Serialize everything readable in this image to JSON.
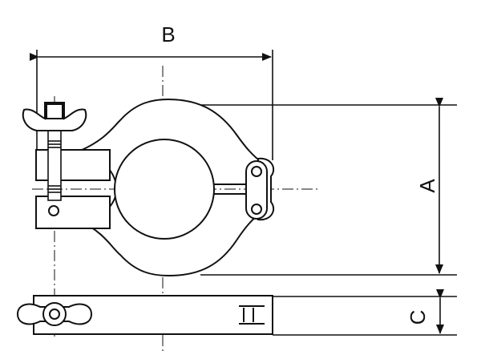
{
  "drawing": {
    "dimension_labels": {
      "width": "B",
      "height": "A",
      "thickness": "C"
    },
    "line_color": "#111111",
    "background": "#ffffff"
  }
}
